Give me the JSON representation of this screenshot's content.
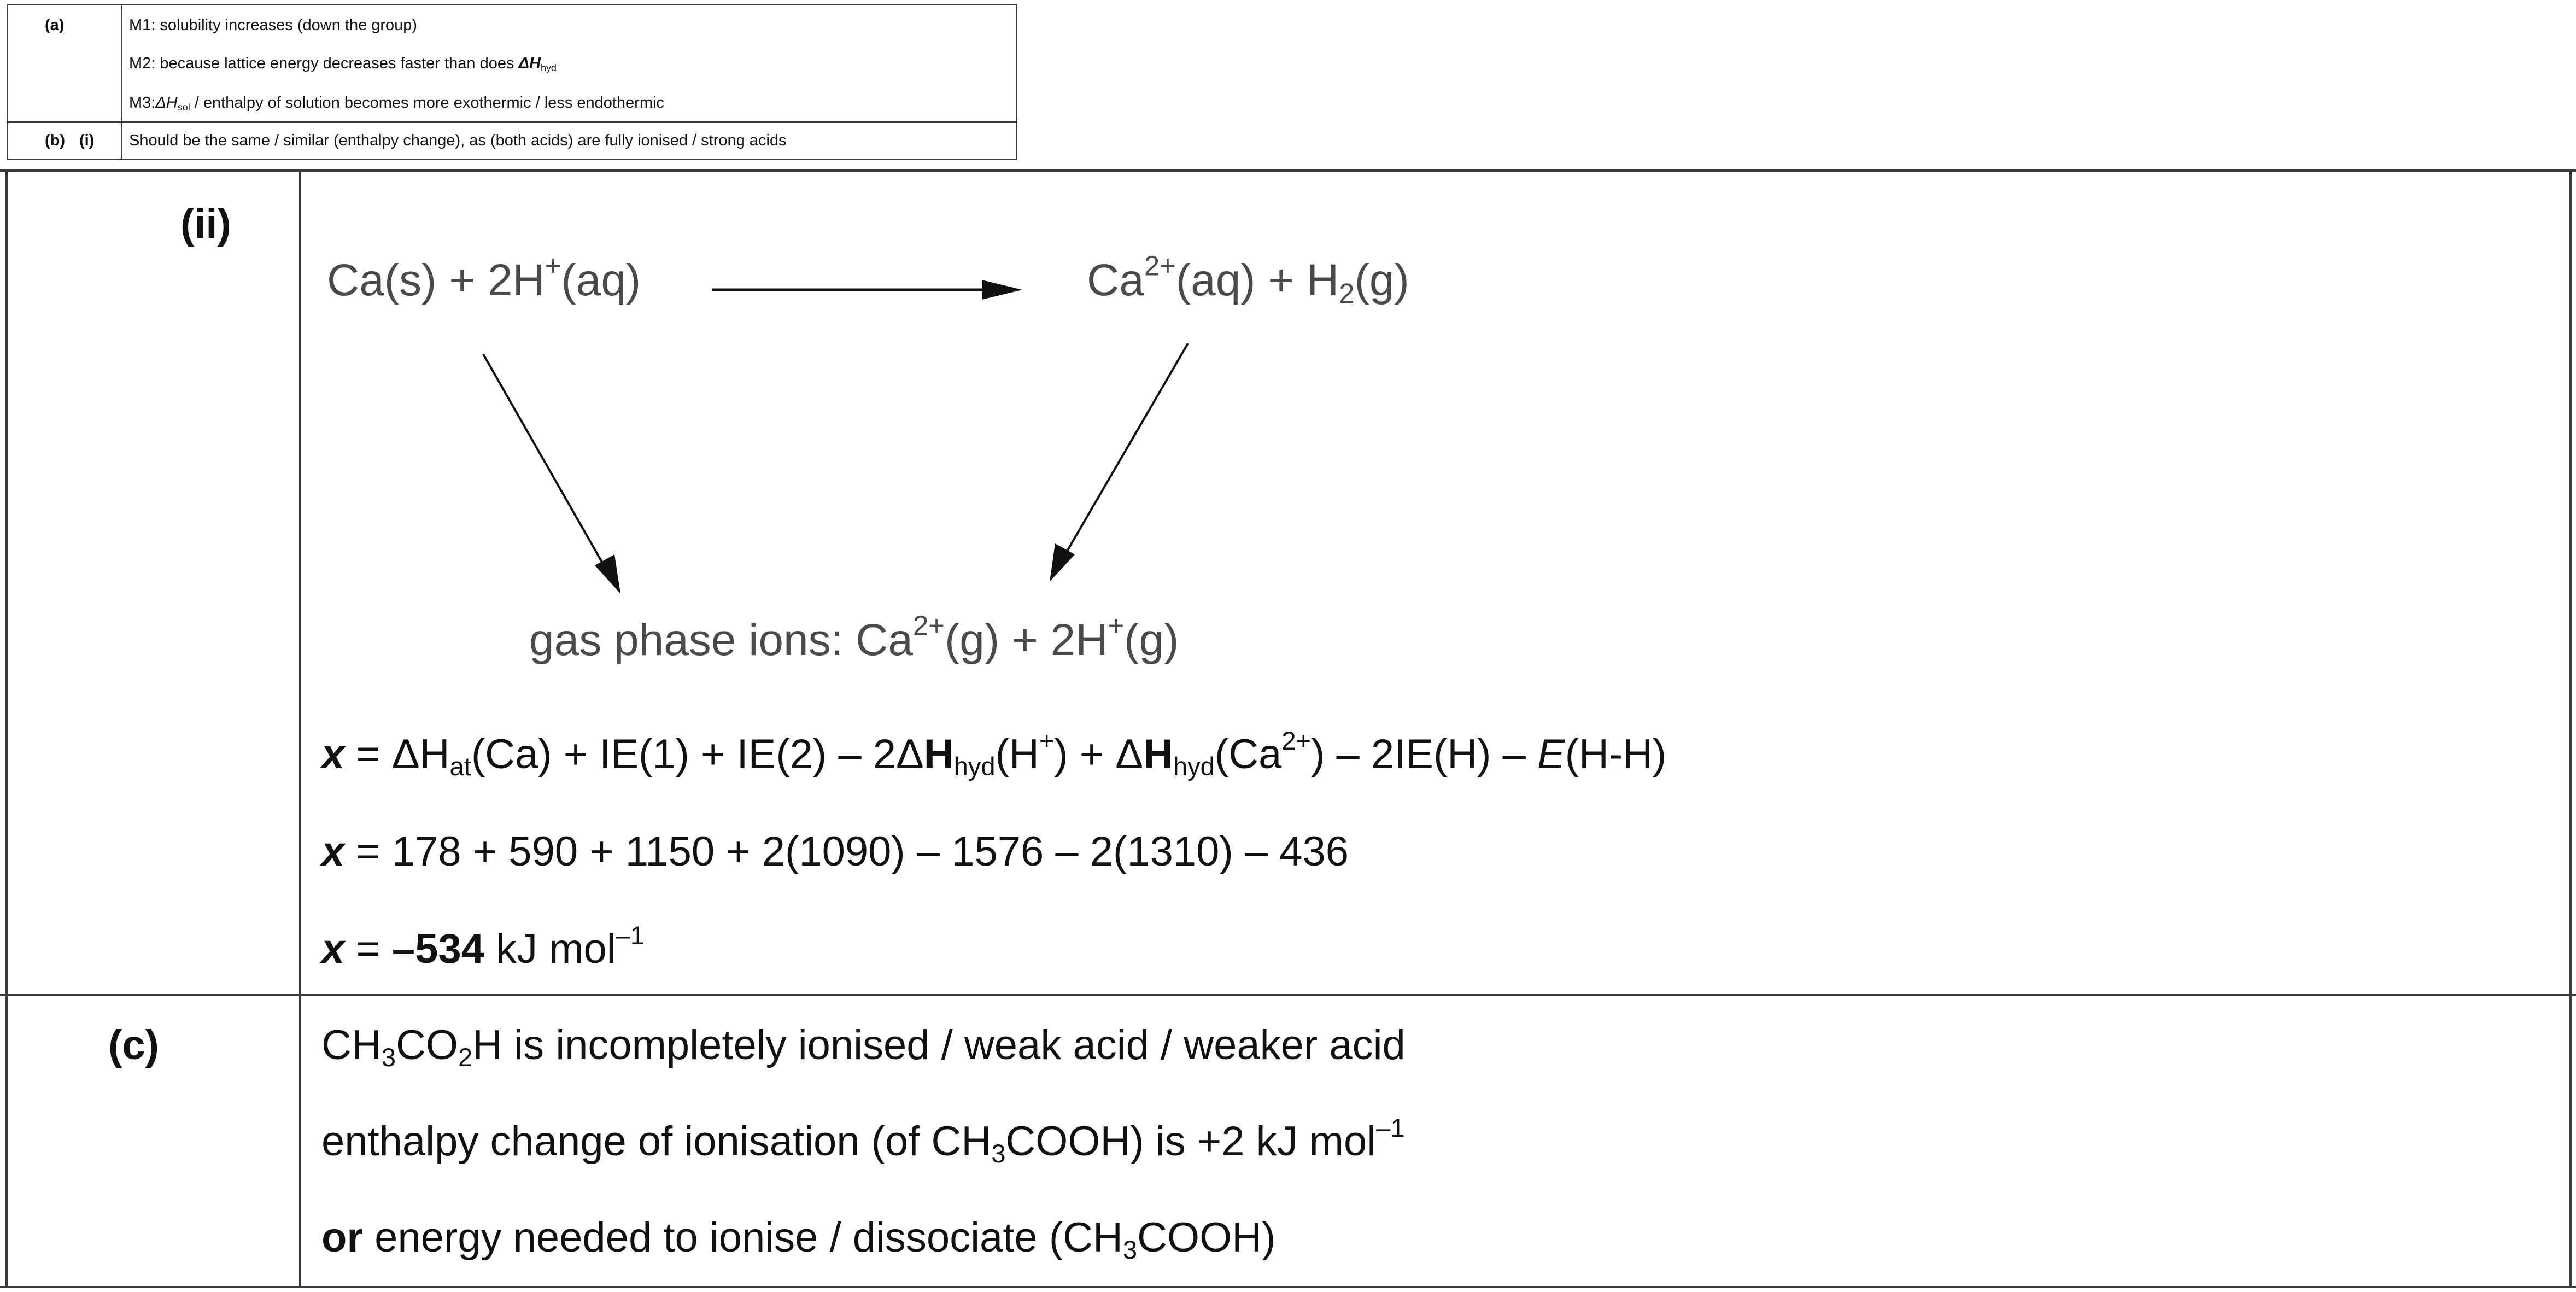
{
  "top_table": {
    "part_a": "(a)",
    "m1": "M1: solubility increases (down the group)",
    "m2_text": "M2: because lattice energy decreases faster than does ",
    "m2_symbol": "ΔH",
    "m2_sub": "hyd",
    "m3_prefix": "M3:",
    "m3_symbol": "ΔH",
    "m3_sub": "sol",
    "m3_text": " / enthalpy of solution becomes more exothermic / less endothermic",
    "part_b": "(b)",
    "part_b_i": "(i)",
    "b_i_text": "Should be the same / similar (enthalpy change), as (both acids) are fully ionised / strong acids"
  },
  "part_ii": {
    "label": "(ii)",
    "diagram": {
      "reactants": {
        "base": "Ca(s) + 2H",
        "sup": "+",
        "tail": "(aq)"
      },
      "products": {
        "ca": "Ca",
        "ca_sup": "2+",
        "ca_tail": "(aq)  +  H",
        "h_sub": "2",
        "h_tail": "(g)"
      },
      "gas_phase": {
        "pre": "gas phase ions: Ca",
        "ca_sup": "2+",
        "mid": "(g) + 2H",
        "h_sup": "+",
        "tail": "(g)"
      }
    },
    "eq1": {
      "x": "x",
      "p1": " = ΔH",
      "s1": "at",
      "p2": "(Ca) + IE(1) + IE(2) – 2Δ",
      "h1": "H",
      "s2": "hyd",
      "p3": "(H",
      "sup1": "+",
      "p4": ") + Δ",
      "h2": "H",
      "s3": "hyd",
      "p5": "(Ca",
      "sup2": "2+",
      "p6": ") – 2IE(H) – ",
      "e": "E",
      "p7": "(H-H)"
    },
    "eq2": {
      "x": "x",
      "text": " = 178 + 590 + 1150 + 2(1090) – 1576 – 2(1310) – 436"
    },
    "eq3": {
      "x": "x",
      "eq": " = ",
      "value": "–534",
      "unit": " kJ mol",
      "unit_sup": "–1"
    }
  },
  "part_c": {
    "label": "(c)",
    "line1": {
      "p1": "CH",
      "s1": "3",
      "p2": "CO",
      "s2": "2",
      "p3": "H is incompletely ionised / weak acid / weaker acid"
    },
    "line2": {
      "p1": "enthalpy change of ionisation (of CH",
      "s1": "3",
      "p2": "COOH) is +2 kJ mol",
      "sup": "–1"
    },
    "line3": {
      "or": "or",
      "p1": " energy needed to ionise / dissociate (CH",
      "s1": "3",
      "p2": "COOH)"
    }
  }
}
